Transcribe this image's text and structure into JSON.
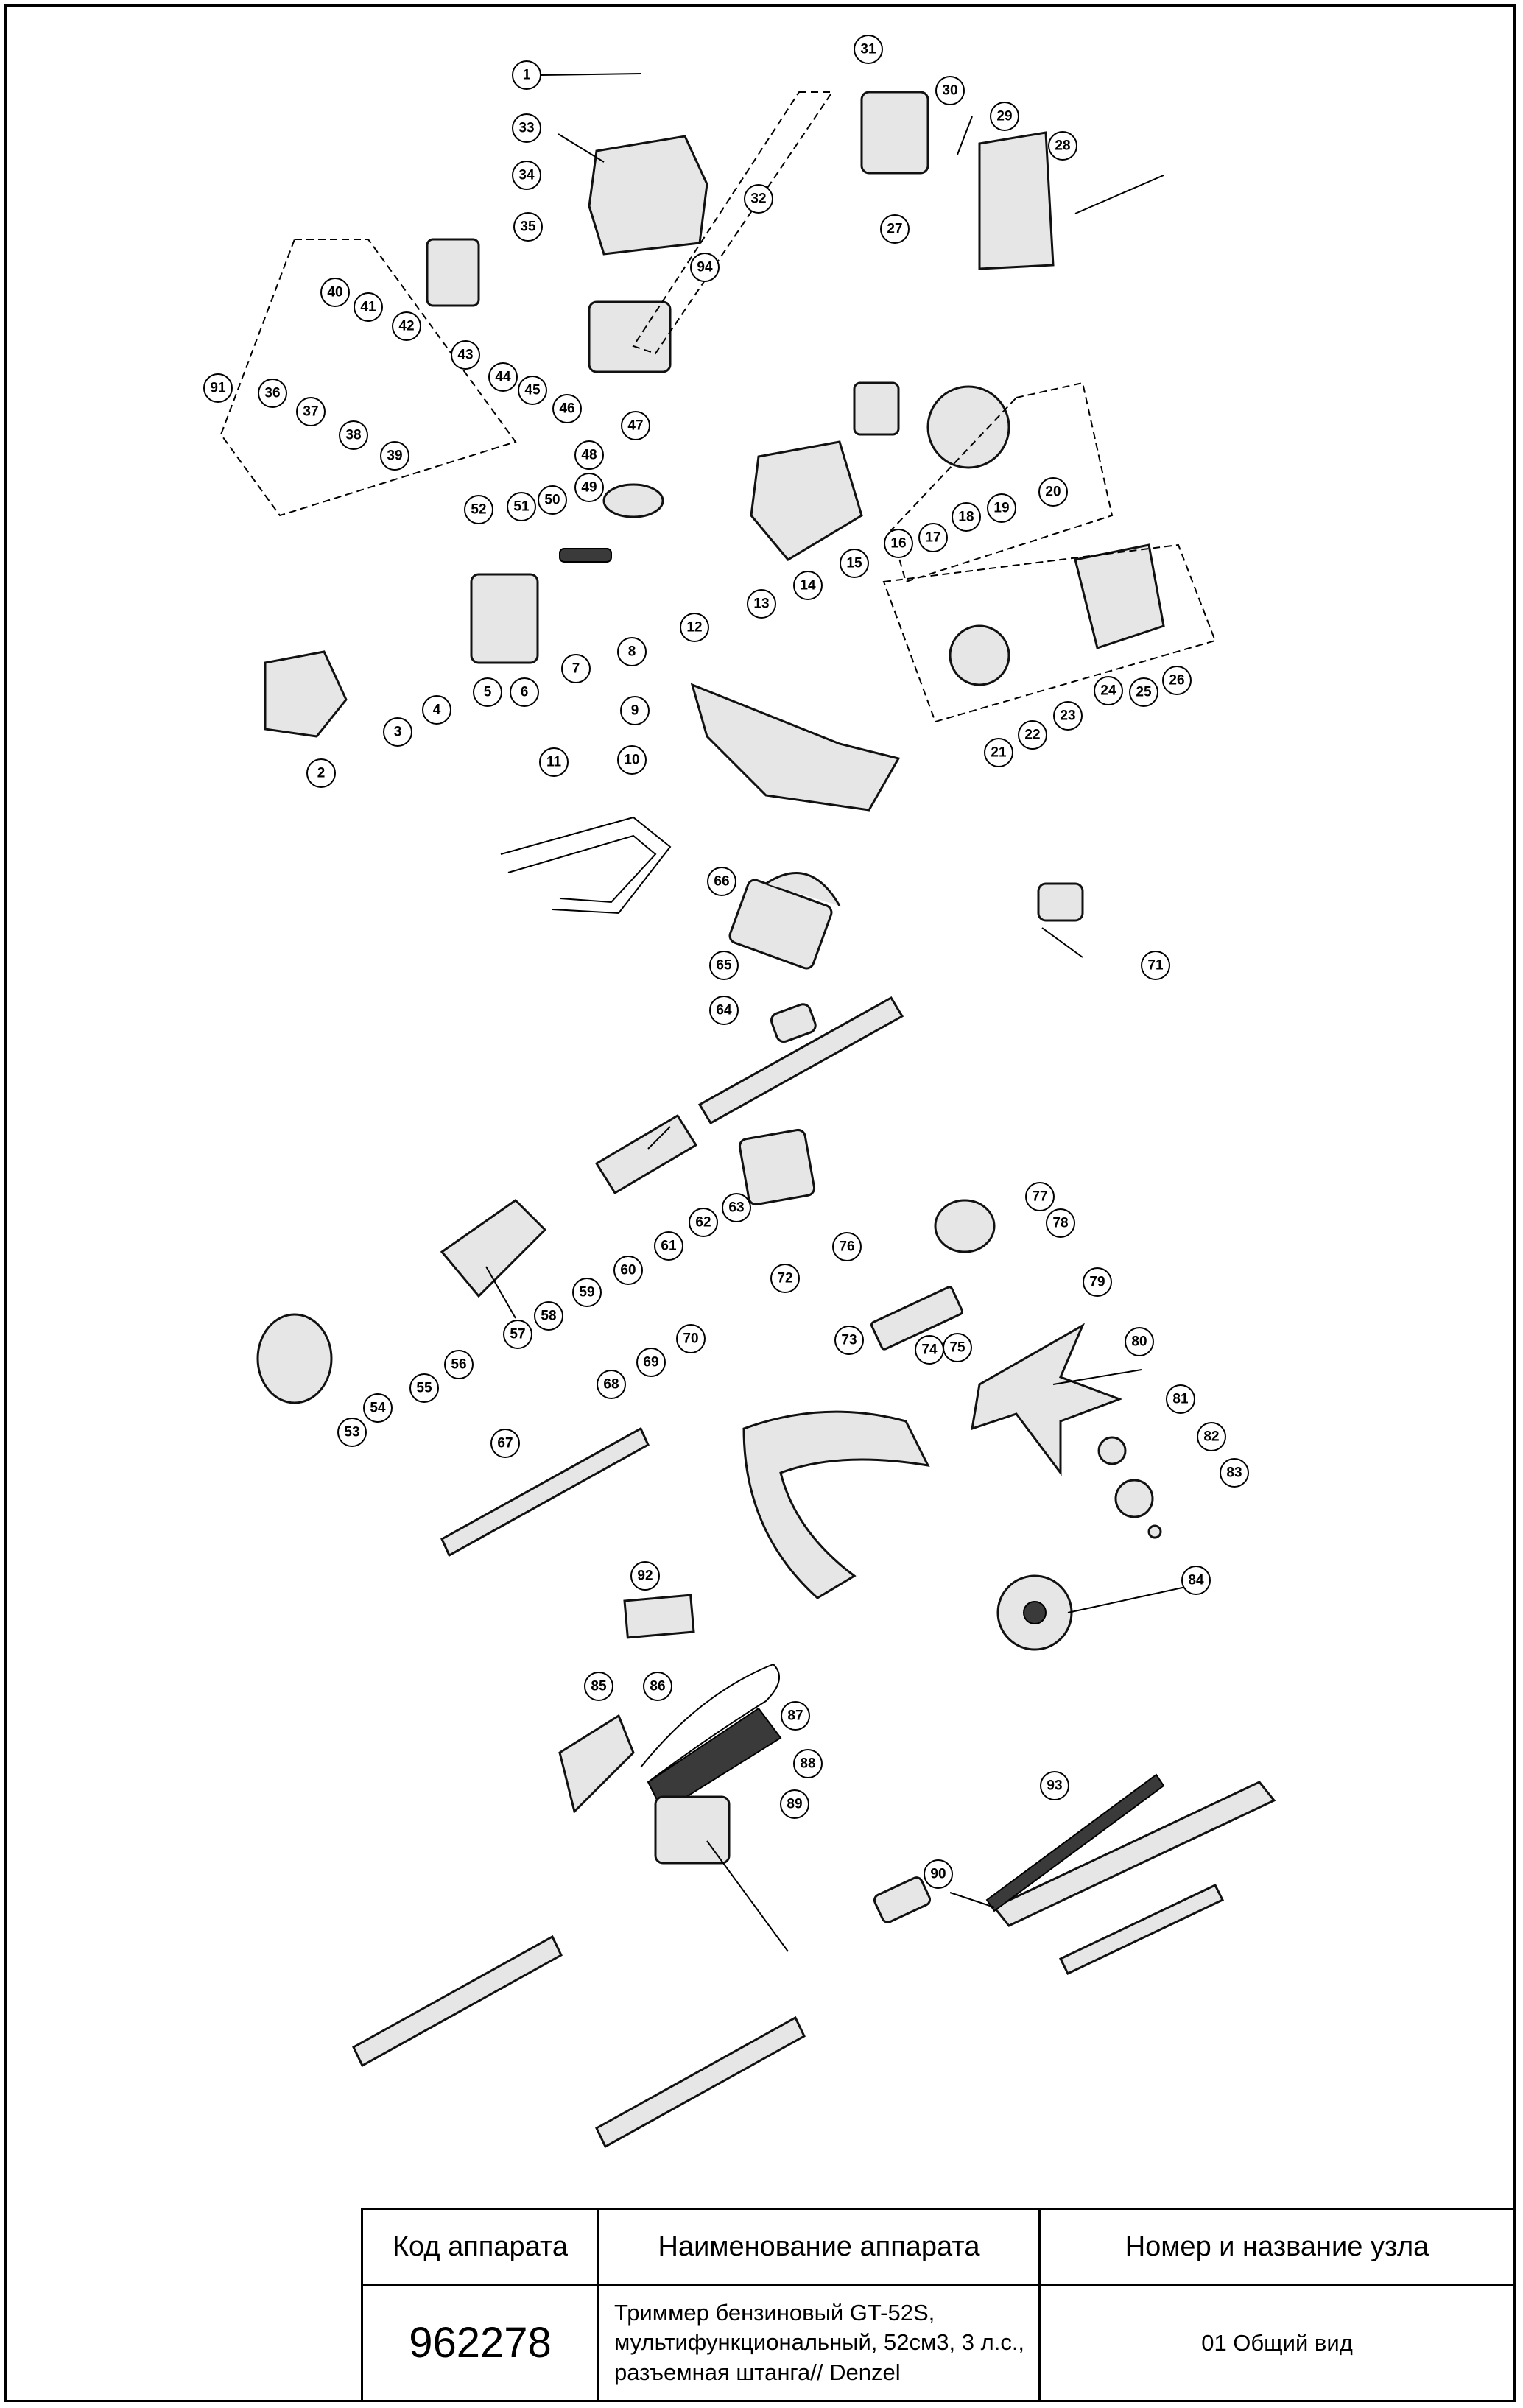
{
  "title_block": {
    "headers": {
      "code": "Код аппарата",
      "name": "Наименование аппарата",
      "node": "Номер и название узла"
    },
    "code": "962278",
    "name": "Триммер бензиновый GT-52S, мультифункциональный, 52см3, 3 л.с., разъемная штанга// Denzel",
    "node": "01 Общий вид"
  },
  "callouts": [
    "1",
    "2",
    "3",
    "4",
    "5",
    "6",
    "7",
    "8",
    "9",
    "10",
    "11",
    "12",
    "13",
    "14",
    "15",
    "16",
    "17",
    "18",
    "19",
    "20",
    "21",
    "22",
    "23",
    "24",
    "25",
    "26",
    "27",
    "28",
    "29",
    "30",
    "31",
    "32",
    "33",
    "34",
    "35",
    "36",
    "37",
    "38",
    "39",
    "40",
    "41",
    "42",
    "43",
    "44",
    "45",
    "46",
    "47",
    "48",
    "49",
    "50",
    "51",
    "52",
    "53",
    "54",
    "55",
    "56",
    "57",
    "58",
    "59",
    "60",
    "61",
    "62",
    "63",
    "64",
    "65",
    "66",
    "67",
    "68",
    "69",
    "70",
    "71",
    "72",
    "73",
    "74",
    "75",
    "76",
    "77",
    "78",
    "79",
    "80",
    "81",
    "82",
    "83",
    "84",
    "85",
    "86",
    "87",
    "88",
    "89",
    "90",
    "91",
    "92",
    "93",
    "94"
  ]
}
